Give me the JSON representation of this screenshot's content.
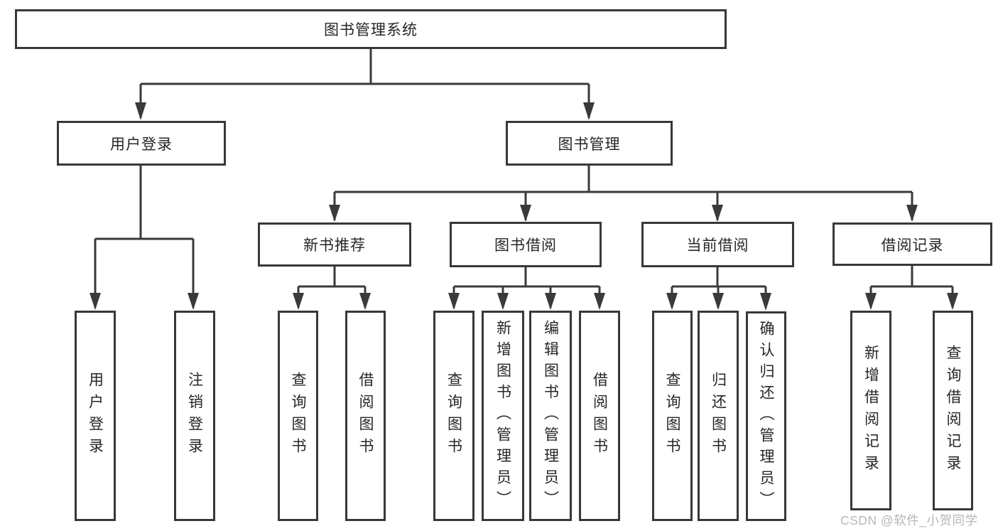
{
  "tree": {
    "root": {
      "label": "图书管理系统",
      "children": [
        {
          "label": "用户登录",
          "children": [
            {
              "label": "用户登录"
            },
            {
              "label": "注销登录"
            }
          ]
        },
        {
          "label": "图书管理",
          "children": [
            {
              "label": "新书推荐",
              "children": [
                {
                  "label": "查询图书"
                },
                {
                  "label": "借阅图书"
                }
              ]
            },
            {
              "label": "图书借阅",
              "children": [
                {
                  "label": "查询图书"
                },
                {
                  "label": "新增图书（管理员）"
                },
                {
                  "label": "编辑图书（管理员）"
                },
                {
                  "label": "借阅图书"
                }
              ]
            },
            {
              "label": "当前借阅",
              "children": [
                {
                  "label": "查询图书"
                },
                {
                  "label": "归还图书"
                },
                {
                  "label": "确认归还（管理员）"
                }
              ]
            },
            {
              "label": "借阅记录",
              "children": [
                {
                  "label": "新增借阅记录"
                },
                {
                  "label": "查询借阅记录"
                }
              ]
            }
          ]
        }
      ]
    }
  },
  "watermark": {
    "text": "CSDN @软件_小贺同学"
  },
  "colors": {
    "background": "#ffffff",
    "line": "#3a3a3a",
    "box_border": "#383838",
    "text": "#262626",
    "watermark": "#b6b6b6"
  }
}
